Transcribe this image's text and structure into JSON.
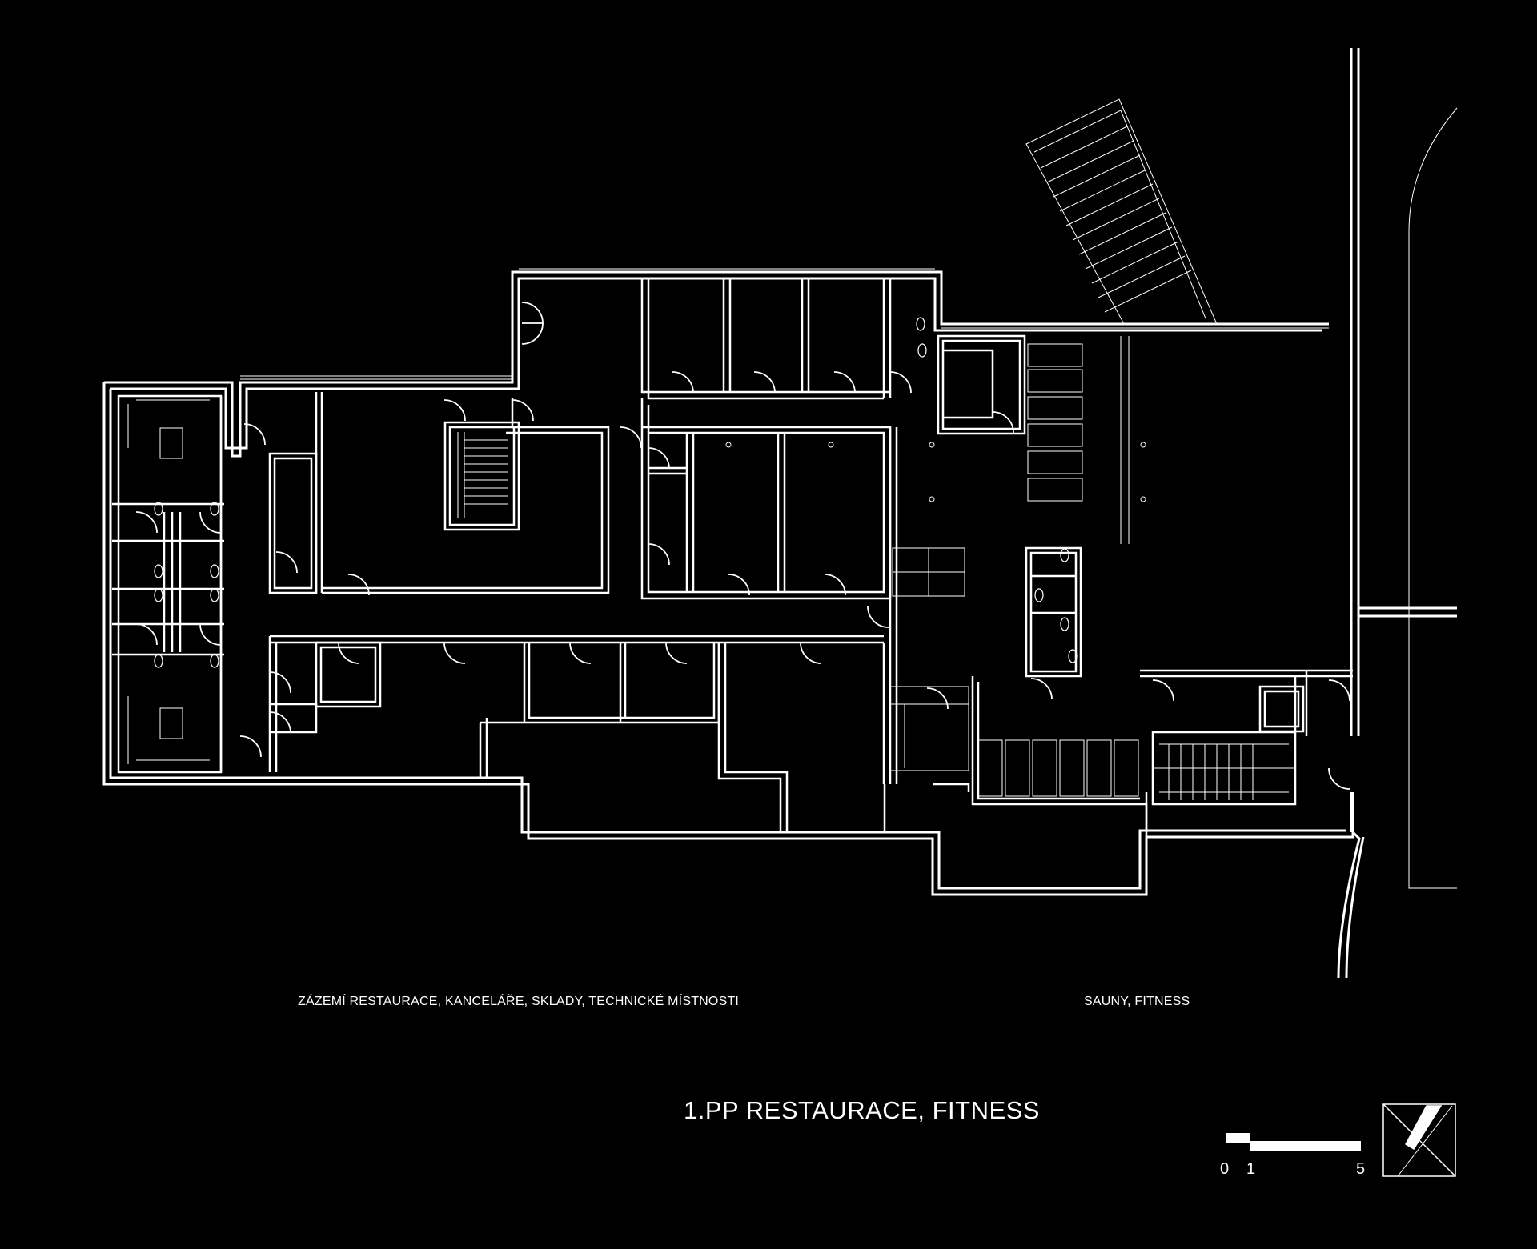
{
  "zones": {
    "left_label": "ZÁZEMÍ RESTAURACE, KANCELÁŘE, SKLADY, TECHNICKÉ MÍSTNOSTI",
    "right_label": "SAUNY, FITNESS"
  },
  "title": "1.PP RESTAURACE, FITNESS",
  "scale_bar": {
    "ticks": [
      "0",
      "1",
      "5"
    ]
  },
  "colors": {
    "background": "#000000",
    "lines": "#ffffff"
  },
  "icons": {
    "north_arrow": "north-arrow-icon"
  }
}
